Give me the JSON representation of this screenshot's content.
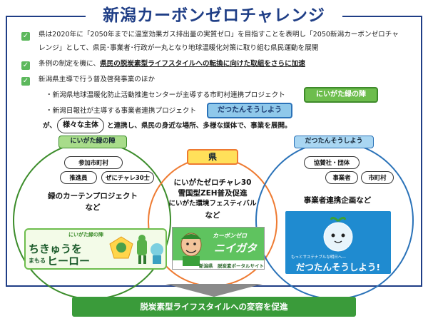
{
  "title": "新潟カーボンゼロチャレンジ",
  "bullets": [
    {
      "line1": "県は2020年に「2050年までに温室効果ガス排出量の実質ゼロ」を目指すことを表明し「2050新潟カーボンゼロチャ",
      "line2": "レンジ」として、県民･事業者･行政が一丸となり地球温暖化対策に取り組む県民運動を展開"
    },
    {
      "prefix": "条例の制定を機に、",
      "emph": "県民の脱炭素型ライフスタイルへの転換に向けた取組をさらに加速"
    },
    {
      "text": "新潟県主導で行う普及啓発事業のほか"
    }
  ],
  "sub1": {
    "text": "・新潟県地球温暖化防止活動推進センターが主導する市町村連携プロジェクト",
    "tag": "にいがた緑の陣"
  },
  "sub2": {
    "text": "・新潟日報社が主導する事業者連携プロジェクト",
    "tag": "だつたんそうしよう"
  },
  "line_ga": {
    "ga": "が、",
    "pill": "様々な主体",
    "rest": "と連携し、県民の身近な場所、多様な媒体で、事業を展開。"
  },
  "green_circle": {
    "tag": "にいがた緑の陣",
    "pills": [
      "参加市町村",
      "推進員",
      "ぜにチャレ30士"
    ],
    "text1": "緑のカーテンプロジェクト",
    "text2": "など",
    "img_title": "にいがた緑の陣",
    "img_main": "ちきゅうを",
    "img_sub": "まもる",
    "img_hero": "ヒーロー"
  },
  "orange_circle": {
    "tag": "県",
    "lines": [
      "にいがたゼロチャレ30",
      "雪国型ZEH普及促進",
      "にいがた環境フェスティバル",
      "など"
    ],
    "img_logo1": "カーボンゼロ",
    "img_logo2": "ニイガタ",
    "img_caption": "新潟県　脱炭素ポータルサイト"
  },
  "blue_circle": {
    "tag": "だつたんそうしよう",
    "pills": [
      "協賛社・団体",
      "事業者",
      "市町村"
    ],
    "text": "事業者連携企画など",
    "img_small": "もっとサステナブルな明日へ―",
    "img_main": "だつたんそうしよう!"
  },
  "bottom": "脱炭素型ライフスタイルへの変容を促進",
  "colors": {
    "navy": "#1f3e86",
    "green": "#3b8c2a",
    "orange": "#ee7a31",
    "blue": "#2a72b8",
    "bar": "#3a9b3a"
  }
}
